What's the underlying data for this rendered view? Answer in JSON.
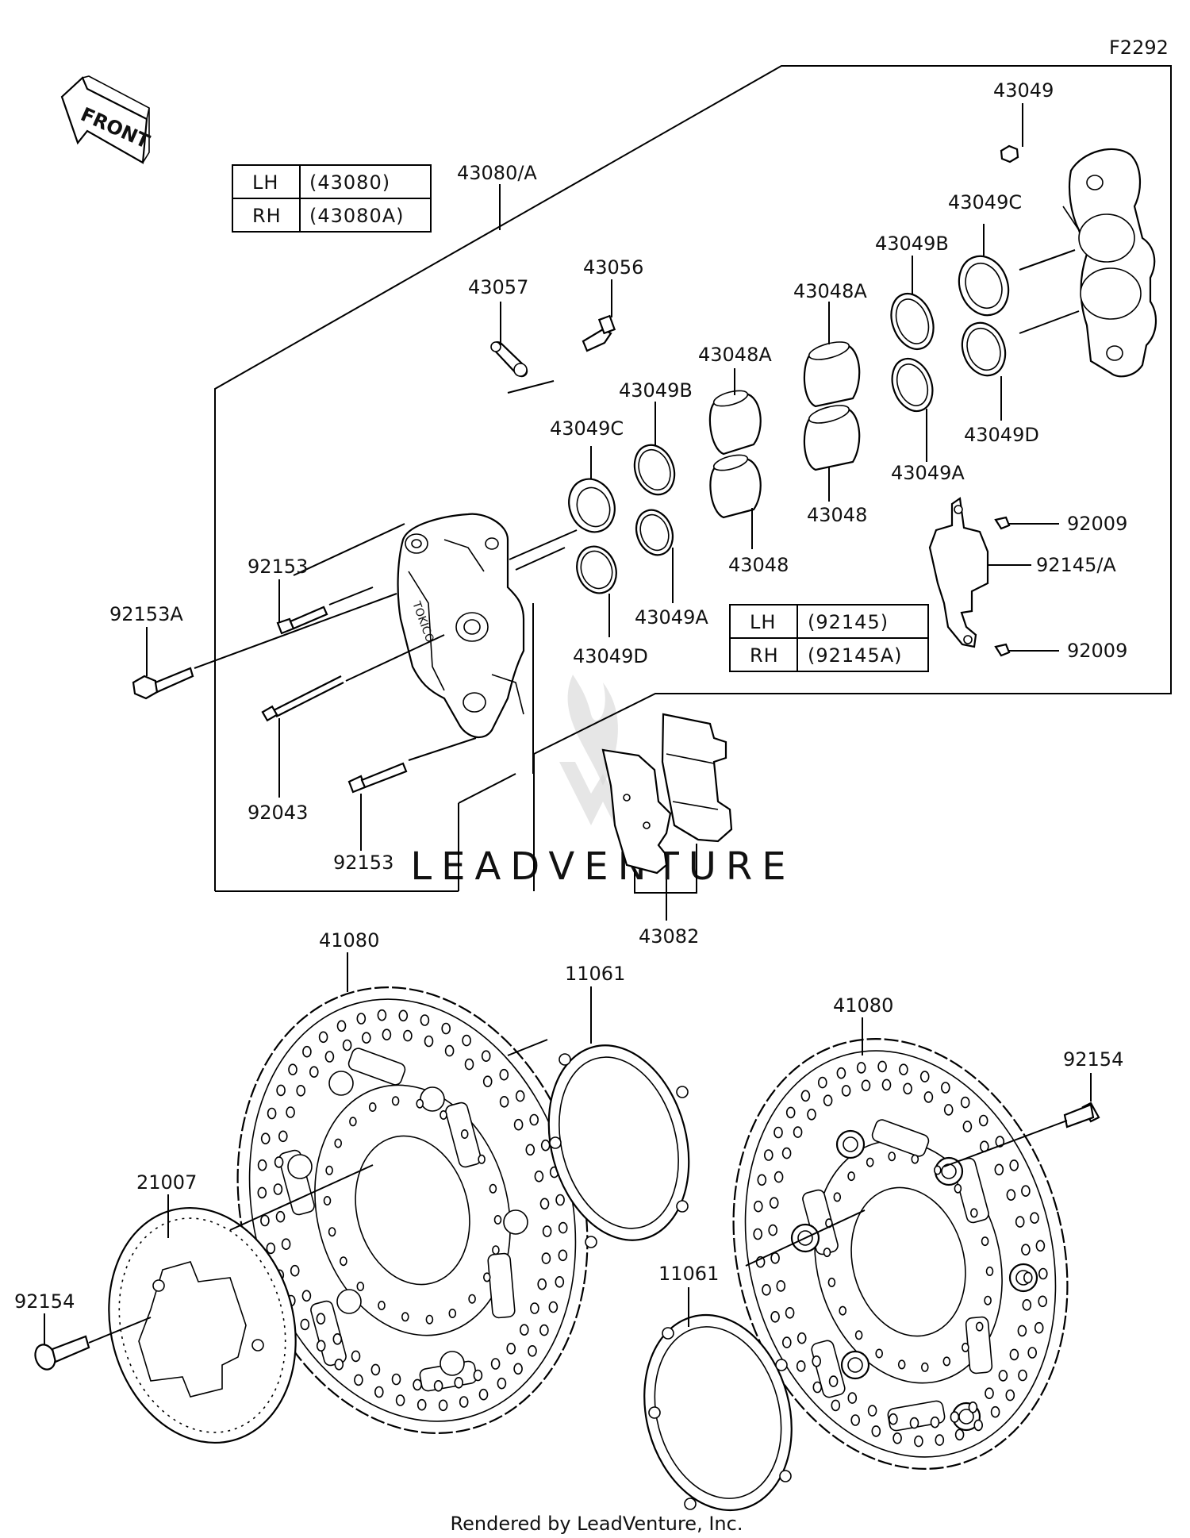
{
  "diagram_code": "F2292",
  "front_label": "FRONT",
  "footer": "Rendered by LeadVenture, Inc.",
  "watermark": "LEADVENTURE",
  "tables": {
    "caliper": {
      "rows": [
        {
          "side": "LH",
          "part": "(43080)"
        },
        {
          "side": "RH",
          "part": "(43080A)"
        }
      ]
    },
    "bracket": {
      "rows": [
        {
          "side": "LH",
          "part": "(92145)"
        },
        {
          "side": "RH",
          "part": "(92145A)"
        }
      ]
    }
  },
  "callouts": {
    "c43080": "43080/A",
    "c43049_top": "43049",
    "c43049C_right": "43049C",
    "c43049B_right": "43049B",
    "c43048A_right": "43048A",
    "c43048A_mid": "43048A",
    "c43049B_mid": "43049B",
    "c43049C_left": "43049C",
    "c43057": "43057",
    "c43056": "43056",
    "c43049D_right": "43049D",
    "c43049A_right": "43049A",
    "c43048_right": "43048",
    "c43048_left": "43048",
    "c43049A_left": "43049A",
    "c43049D_left": "43049D",
    "c92009_top": "92009",
    "c92145": "92145/A",
    "c92009_bottom": "92009",
    "c92153_top": "92153",
    "c92153A": "92153A",
    "c92043": "92043",
    "c92153_bottom": "92153",
    "c43082": "43082",
    "c41080_left": "41080",
    "c11061_top": "11061",
    "c41080_right": "41080",
    "c92154_right": "92154",
    "c21007": "21007",
    "c92154_left": "92154",
    "c11061_bottom": "11061"
  }
}
